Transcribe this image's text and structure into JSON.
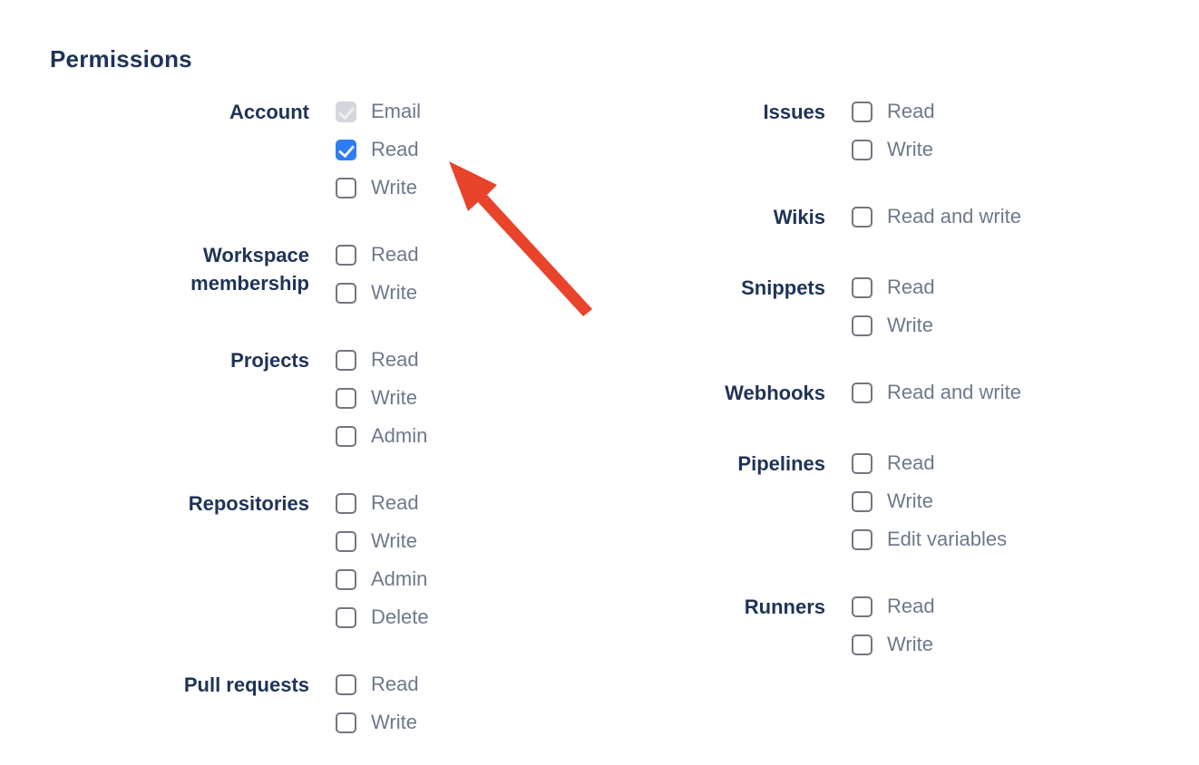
{
  "page": {
    "title": "Permissions"
  },
  "colors": {
    "heading_text": "#1e3357",
    "group_label_text": "#1e3357",
    "option_text": "#6d798b",
    "checkbox_checked": "#2e7df6",
    "checkbox_border": "#72767e",
    "checkbox_disabled_bg": "#d3d6da",
    "arrow": "#e8432b"
  },
  "columns": [
    {
      "groups": [
        {
          "label": "Account",
          "options": [
            {
              "label": "Email",
              "state": "checked_disabled"
            },
            {
              "label": "Read",
              "state": "checked"
            },
            {
              "label": "Write",
              "state": "unchecked"
            }
          ]
        },
        {
          "label": "Workspace membership",
          "options": [
            {
              "label": "Read",
              "state": "unchecked"
            },
            {
              "label": "Write",
              "state": "unchecked"
            }
          ]
        },
        {
          "label": "Projects",
          "options": [
            {
              "label": "Read",
              "state": "unchecked"
            },
            {
              "label": "Write",
              "state": "unchecked"
            },
            {
              "label": "Admin",
              "state": "unchecked"
            }
          ]
        },
        {
          "label": "Repositories",
          "options": [
            {
              "label": "Read",
              "state": "unchecked"
            },
            {
              "label": "Write",
              "state": "unchecked"
            },
            {
              "label": "Admin",
              "state": "unchecked"
            },
            {
              "label": "Delete",
              "state": "unchecked"
            }
          ]
        },
        {
          "label": "Pull requests",
          "options": [
            {
              "label": "Read",
              "state": "unchecked"
            },
            {
              "label": "Write",
              "state": "unchecked"
            }
          ]
        }
      ]
    },
    {
      "groups": [
        {
          "label": "Issues",
          "options": [
            {
              "label": "Read",
              "state": "unchecked"
            },
            {
              "label": "Write",
              "state": "unchecked"
            }
          ]
        },
        {
          "label": "Wikis",
          "options": [
            {
              "label": "Read and write",
              "state": "unchecked"
            }
          ]
        },
        {
          "label": "Snippets",
          "options": [
            {
              "label": "Read",
              "state": "unchecked"
            },
            {
              "label": "Write",
              "state": "unchecked"
            }
          ]
        },
        {
          "label": "Webhooks",
          "options": [
            {
              "label": "Read and write",
              "state": "unchecked"
            }
          ]
        },
        {
          "label": "Pipelines",
          "options": [
            {
              "label": "Read",
              "state": "unchecked"
            },
            {
              "label": "Write",
              "state": "unchecked"
            },
            {
              "label": "Edit variables",
              "state": "unchecked"
            }
          ]
        },
        {
          "label": "Runners",
          "options": [
            {
              "label": "Read",
              "state": "unchecked"
            },
            {
              "label": "Write",
              "state": "unchecked"
            }
          ]
        }
      ]
    }
  ]
}
